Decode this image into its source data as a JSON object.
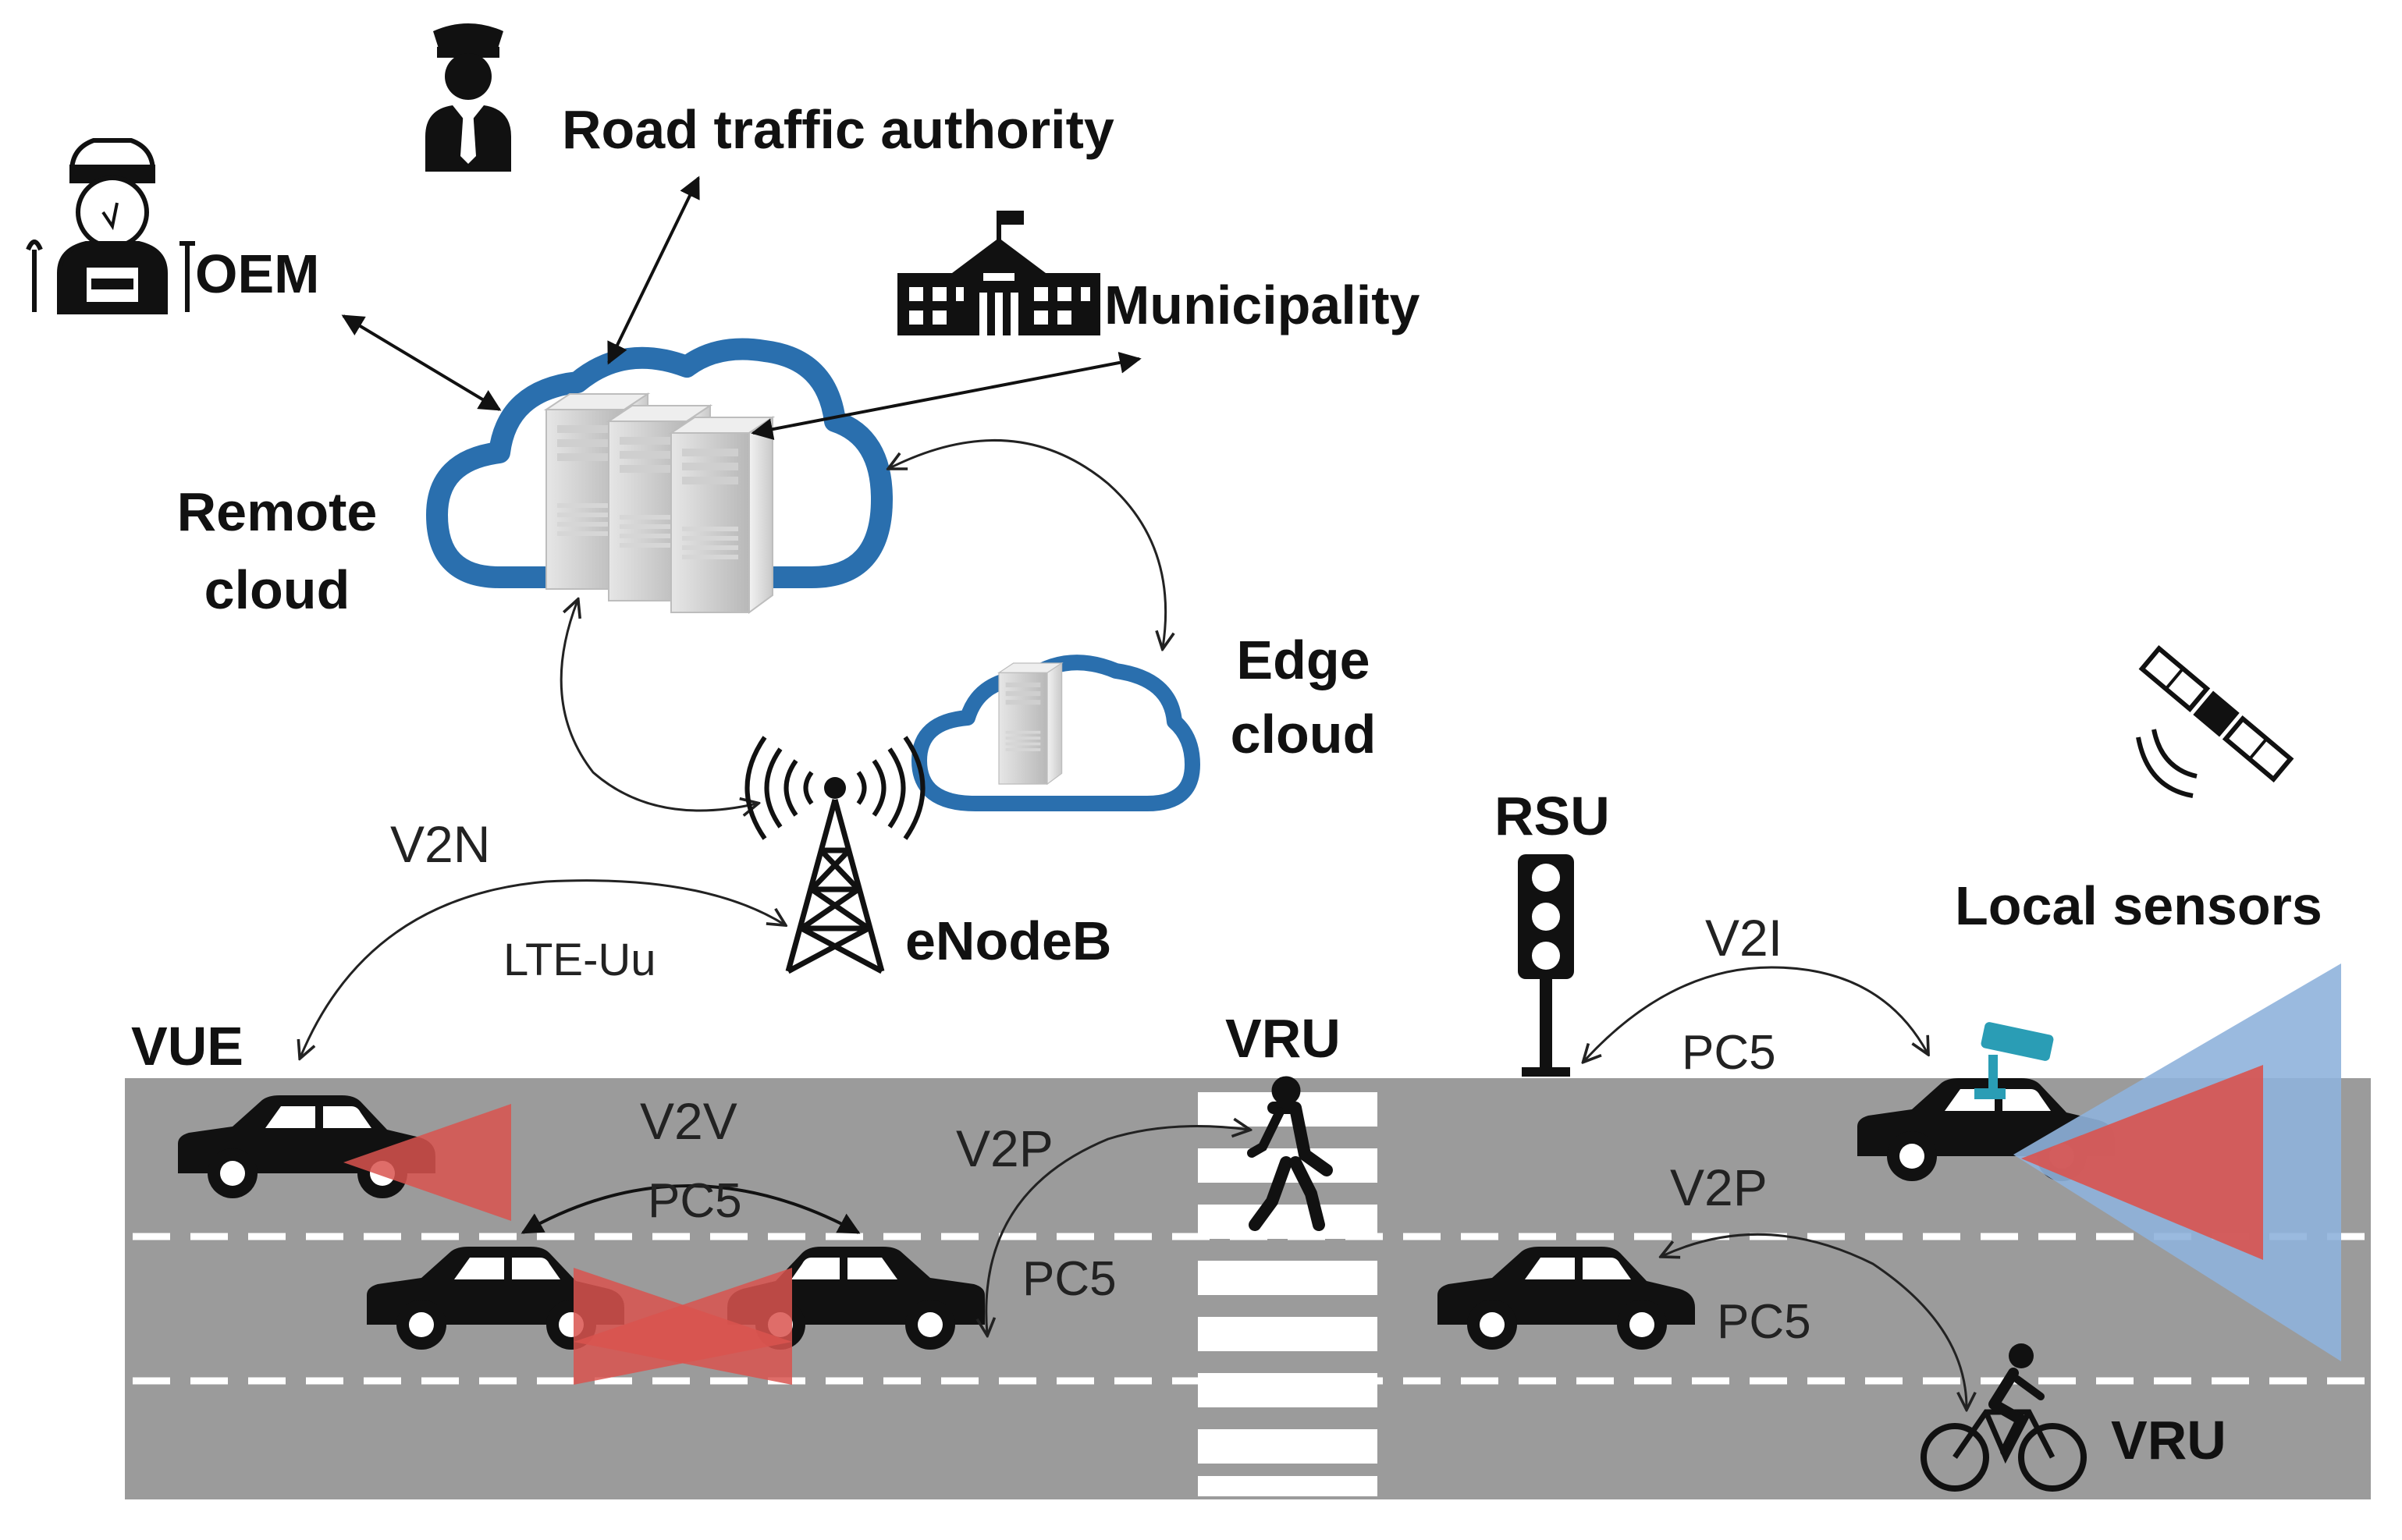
{
  "labels": {
    "road_traffic_authority": "Road traffic authority",
    "oem": "OEM",
    "municipality": "Municipality",
    "remote_cloud_line1": "Remote",
    "remote_cloud_line2": "cloud",
    "edge_cloud_line1": "Edge",
    "edge_cloud_line2": "cloud",
    "enodeb": "eNodeB",
    "rsu": "RSU",
    "local_sensors": "Local sensors",
    "vue": "VUE",
    "vru_pedestrian": "VRU",
    "vru_cyclist": "VRU"
  },
  "links": {
    "v2n": "V2N",
    "lte_uu": "LTE-Uu",
    "v2v": "V2V",
    "v2v_pc5": "PC5",
    "v2p_left": "V2P",
    "v2p_left_pc5": "PC5",
    "v2i": "V2I",
    "v2i_pc5": "PC5",
    "v2p_right": "V2P",
    "v2p_right_pc5": "PC5"
  },
  "colors": {
    "road": "#9b9b9b",
    "cloud_outline": "#2a6fae",
    "sensor_red": "#d9534f",
    "sensor_blue": "#8fb3dc",
    "camera_teal": "#2a9db5",
    "icon_black": "#111111"
  },
  "icons": [
    "police-officer-icon",
    "mechanic-icon",
    "municipal-building-icon",
    "server-icon",
    "cell-tower-icon",
    "traffic-light-icon",
    "satellite-icon",
    "car-icon",
    "pedestrian-icon",
    "cyclist-icon",
    "camera-icon"
  ]
}
